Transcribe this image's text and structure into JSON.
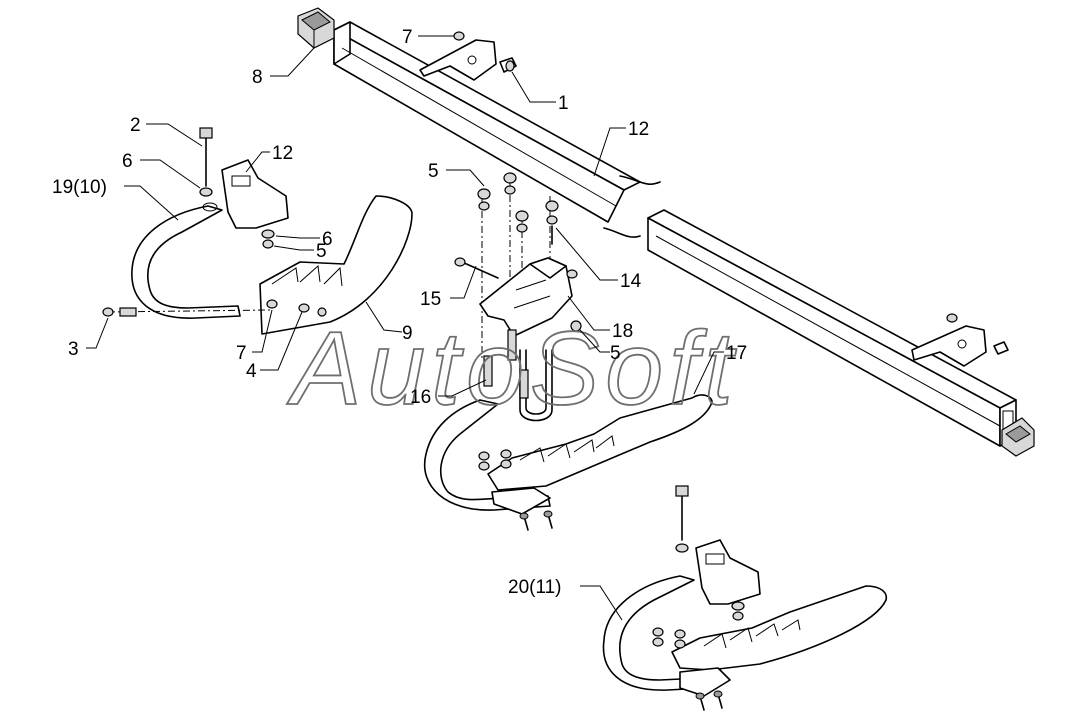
{
  "diagram": {
    "watermark": "AutoSoft",
    "callouts": [
      {
        "id": "c1",
        "label": "1"
      },
      {
        "id": "c2",
        "label": "2"
      },
      {
        "id": "c3",
        "label": "3"
      },
      {
        "id": "c4",
        "label": "4"
      },
      {
        "id": "c5a",
        "label": "5"
      },
      {
        "id": "c5b",
        "label": "5"
      },
      {
        "id": "c5c",
        "label": "5"
      },
      {
        "id": "c6a",
        "label": "6"
      },
      {
        "id": "c6b",
        "label": "6"
      },
      {
        "id": "c7a",
        "label": "7"
      },
      {
        "id": "c7b",
        "label": "7"
      },
      {
        "id": "c8",
        "label": "8"
      },
      {
        "id": "c9",
        "label": "9"
      },
      {
        "id": "c12a",
        "label": "12"
      },
      {
        "id": "c12b",
        "label": "12"
      },
      {
        "id": "c14",
        "label": "14"
      },
      {
        "id": "c15",
        "label": "15"
      },
      {
        "id": "c16",
        "label": "16"
      },
      {
        "id": "c17",
        "label": "17"
      },
      {
        "id": "c18",
        "label": "18"
      },
      {
        "id": "c19",
        "label": "19(10)"
      },
      {
        "id": "c20",
        "label": "20(11)"
      }
    ]
  }
}
